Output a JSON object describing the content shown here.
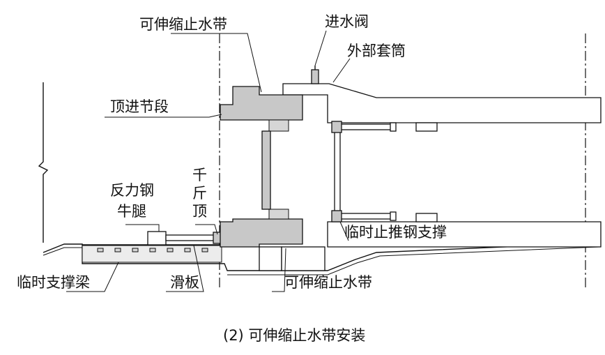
{
  "labels": {
    "waterstop_top": "可伸缩止水带",
    "inlet_valve": "进水阀",
    "outer_sleeve": "外部套筒",
    "jacking_segment": "顶进节段",
    "reaction_bracket_1": "反力钢",
    "reaction_bracket_2": "牛腿",
    "jack_1": "千",
    "jack_2": "斤",
    "jack_3": "顶",
    "temp_stop_brace": "临时止推钢支撑",
    "temp_support_beam": "临时支撑梁",
    "slide_plate": "滑板",
    "waterstop_bottom": "可伸缩止水带"
  },
  "caption": "(2) 可伸缩止水带安装"
}
